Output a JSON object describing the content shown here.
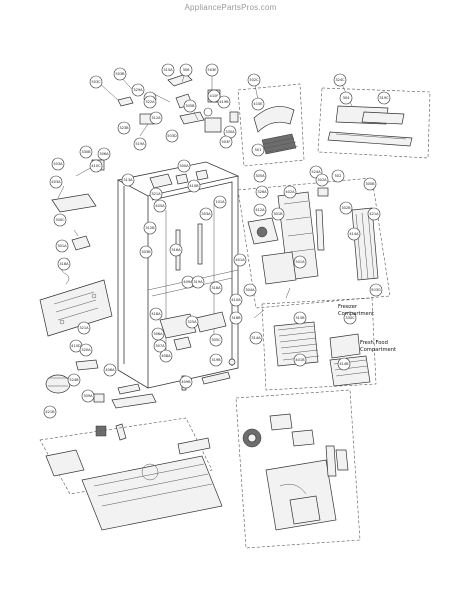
{
  "header": {
    "site": "AppliancePartsPros.com"
  },
  "labels": {
    "freezer": [
      "Freezer",
      "Compartment"
    ],
    "fresh_food": [
      "Fresh Food",
      "Compartment"
    ]
  },
  "callouts": [
    "503C",
    "503B",
    "329A",
    "324B",
    "315A",
    "306",
    "503E",
    "502C",
    "324C",
    "322A",
    "305B",
    "419B",
    "410F",
    "410E",
    "304",
    "319C",
    "330B",
    "306A",
    "323B",
    "312A",
    "519A",
    "503D",
    "330A",
    "503F",
    "501",
    "503A",
    "410C",
    "305A",
    "524A",
    "502",
    "403A",
    "313A",
    "300A",
    "410B",
    "321A",
    "405A",
    "303A",
    "101A",
    "326A",
    "402A",
    "302A",
    "300B",
    "300C",
    "301A",
    "312B",
    "316A",
    "409A",
    "412A",
    "301B",
    "501A",
    "318A",
    "303B",
    "319A",
    "318A",
    "401A",
    "302B",
    "421A",
    "410A",
    "304A",
    "414A",
    "503G",
    "315B",
    "330C",
    "321A",
    "410D",
    "320A",
    "418A",
    "306A",
    "325A",
    "316B",
    "314A",
    "401B",
    "406A",
    "307A",
    "408A",
    "305C",
    "319B",
    "409B",
    "414B",
    "524B",
    "309A",
    "421B"
  ]
}
